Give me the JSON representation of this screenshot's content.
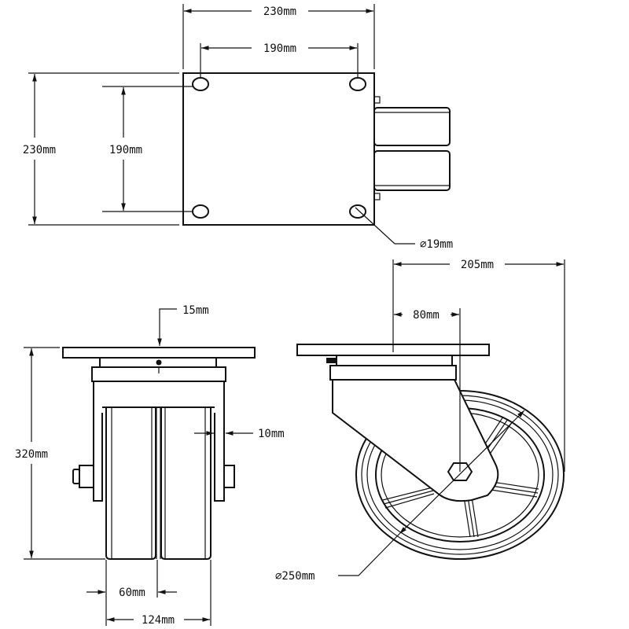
{
  "drawing": {
    "subject": "",
    "colors": {
      "line": "#111111",
      "background": "#ffffff"
    },
    "top_view": {
      "plate_width": "230mm",
      "hole_spacing_x": "190mm",
      "plate_depth": "230mm",
      "hole_spacing_y": "190mm",
      "hole_diameter": "∅19mm"
    },
    "front_view": {
      "plate_thickness": "15mm",
      "overall_height": "320mm",
      "fork_thickness": "10mm",
      "wheel_width": "60mm",
      "overall_width": "124mm"
    },
    "side_view": {
      "swivel_radius": "205mm",
      "offset": "80mm",
      "wheel_diameter": "∅250mm"
    }
  }
}
